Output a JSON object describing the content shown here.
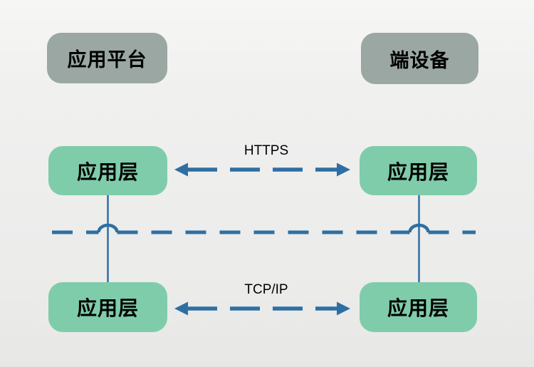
{
  "diagram": {
    "title_hint": "platform-device layered protocol diagram",
    "colors": {
      "background": "#ededec",
      "header_box": "#9ba7a2",
      "layer_box": "#7fccaa",
      "connector_blue": "#2e6fa3",
      "text": "#000000"
    },
    "headers": [
      {
        "id": "platform",
        "label": "应用平台"
      },
      {
        "id": "device",
        "label": "端设备"
      }
    ],
    "nodes": [
      {
        "id": "platform-app-layer-top",
        "label": "应用层"
      },
      {
        "id": "device-app-layer-top",
        "label": "应用层"
      },
      {
        "id": "platform-app-layer-bottom",
        "label": "应用层"
      },
      {
        "id": "device-app-layer-bottom",
        "label": "应用层"
      }
    ],
    "links": [
      {
        "id": "https-link",
        "label": "HTTPS",
        "style": "dashed-double-arrow"
      },
      {
        "id": "tcpip-link",
        "label": "TCP/IP",
        "style": "dashed-double-arrow"
      },
      {
        "id": "separator",
        "label": "",
        "style": "dashed-line-with-jumps"
      }
    ]
  }
}
